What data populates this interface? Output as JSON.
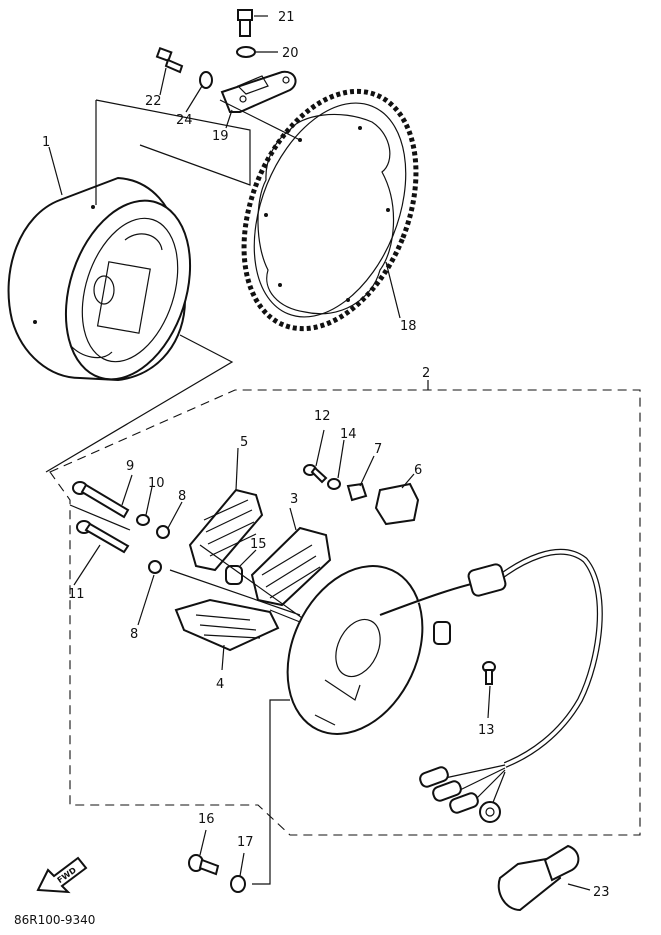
{
  "diagram": {
    "part_code": "86R100-9340",
    "fwd_label": "FWD",
    "callouts": [
      "1",
      "2",
      "3",
      "4",
      "5",
      "6",
      "7",
      "8",
      "8",
      "9",
      "10",
      "11",
      "12",
      "13",
      "14",
      "15",
      "16",
      "17",
      "18",
      "19",
      "20",
      "21",
      "22",
      "23",
      "24"
    ]
  }
}
